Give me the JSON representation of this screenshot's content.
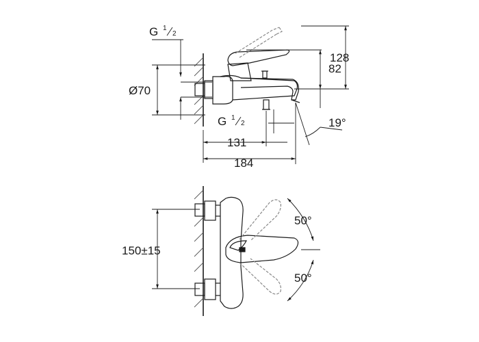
{
  "labels": {
    "g_top": "G",
    "g_top_num": "1",
    "g_top_den": "2",
    "dia": "Ø70",
    "g_bottom": "G",
    "g_bottom_num": "1",
    "g_bottom_den": "2",
    "d131": "131",
    "d184": "184",
    "d82": "82",
    "d128": "128",
    "ang19": "19°",
    "d150": "150±15",
    "ang50_top": "50°",
    "ang50_bottom": "50°"
  },
  "colors": {
    "line": "#1a1a1a",
    "hatch": "#555555",
    "ghost": "#888888"
  }
}
